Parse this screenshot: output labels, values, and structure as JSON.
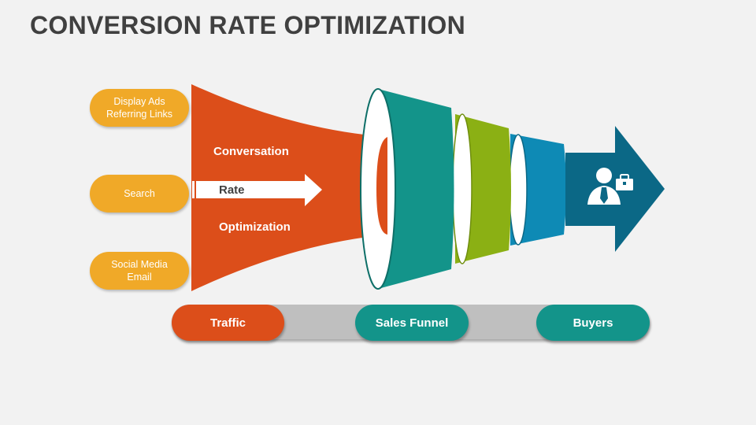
{
  "title": "CONVERSION RATE OPTIMIZATION",
  "sources": [
    {
      "label": "Display Ads\nReferring Links"
    },
    {
      "label": "Search"
    },
    {
      "label": "Social Media\nEmail"
    }
  ],
  "funnel": {
    "line1": "Conversation",
    "line2": "Rate",
    "line3": "Optimization",
    "icon": "businessman-briefcase-icon"
  },
  "stages": [
    {
      "label": "Traffic",
      "color": "#dc4e1a"
    },
    {
      "label": "Sales Funnel",
      "color": "#13948a"
    },
    {
      "label": "Buyers",
      "color": "#13948a"
    }
  ],
  "colors": {
    "orange": "#dc4e1a",
    "teal": "#13948a",
    "green": "#8bb014",
    "blue": "#0e8ab5",
    "dark_blue": "#0b6886",
    "pill_yellow": "#f0a928",
    "background": "#f2f2f2",
    "title": "#404040"
  }
}
